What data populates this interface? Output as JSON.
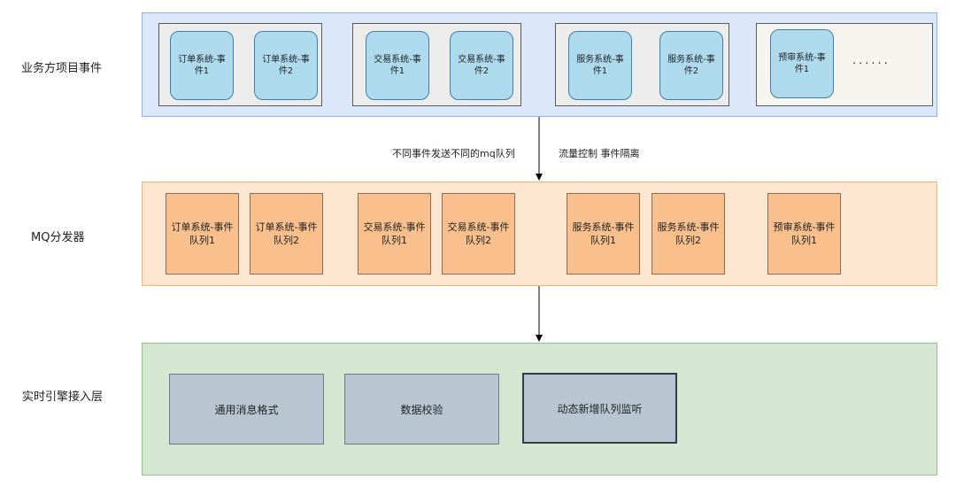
{
  "labels": {
    "biz": "业务方项目事件",
    "mq": "MQ分发器",
    "rt": "实时引擎接入层"
  },
  "events": [
    "订单系统-事件1",
    "订单系统-事件2",
    "交易系统-事件1",
    "交易系统-事件2",
    "服务系统-事件1",
    "服务系统-事件2",
    "预审系统-事件1"
  ],
  "ellipsis": "······",
  "annotations": {
    "left": "不同事件发送不同的mq队列",
    "right": "流量控制 事件隔离"
  },
  "queues": [
    "订单系统-事件队列1",
    "订单系统-事件队列2",
    "交易系统-事件队列1",
    "交易系统-事件队列2",
    "服务系统-事件队列1",
    "服务系统-事件队列2",
    "预审系统-事件队列1"
  ],
  "modules": [
    "通用消息格式",
    "数据校验",
    "动态新增队列监听"
  ]
}
